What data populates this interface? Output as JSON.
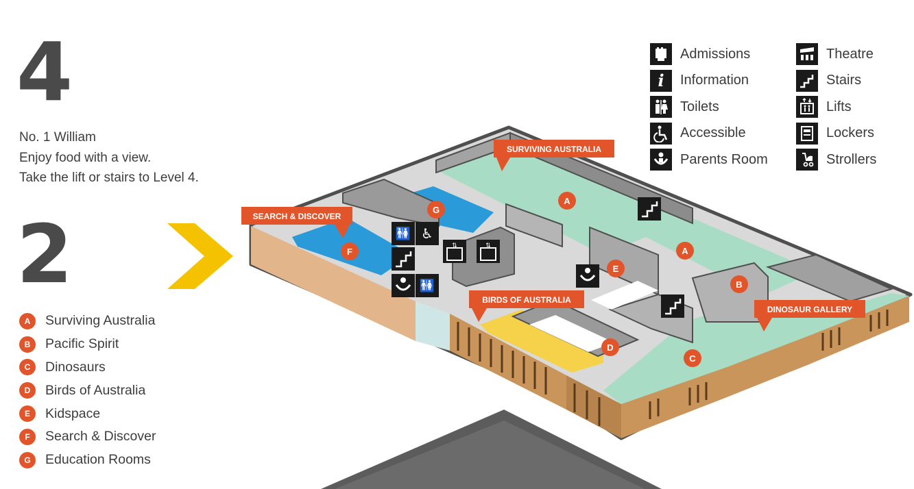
{
  "level_upper": {
    "number": "4",
    "lines": [
      "No. 1 William",
      "Enjoy food with a view.",
      "Take the lift or stairs to Level 4."
    ]
  },
  "level_current": {
    "number": "2"
  },
  "zone_key": [
    {
      "letter": "A",
      "label": "Surviving Australia"
    },
    {
      "letter": "B",
      "label": "Pacific Spirit"
    },
    {
      "letter": "C",
      "label": "Dinosaurs"
    },
    {
      "letter": "D",
      "label": "Birds of Australia"
    },
    {
      "letter": "E",
      "label": "Kidspace"
    },
    {
      "letter": "F",
      "label": "Search & Discover"
    },
    {
      "letter": "G",
      "label": "Education Rooms"
    }
  ],
  "legend": {
    "col1": [
      {
        "icon": "admissions-icon",
        "label": "Admissions"
      },
      {
        "icon": "information-icon",
        "label": "Information"
      },
      {
        "icon": "toilets-icon",
        "label": "Toilets"
      },
      {
        "icon": "accessible-icon",
        "label": "Accessible"
      },
      {
        "icon": "parents-room-icon",
        "label": "Parents Room"
      }
    ],
    "col2": [
      {
        "icon": "theatre-icon",
        "label": "Theatre"
      },
      {
        "icon": "stairs-icon",
        "label": "Stairs"
      },
      {
        "icon": "lifts-icon",
        "label": "Lifts"
      },
      {
        "icon": "lockers-icon",
        "label": "Lockers"
      },
      {
        "icon": "strollers-icon",
        "label": "Strollers"
      }
    ]
  },
  "map_labels": {
    "surviving_australia": "SURVIVING AUSTRALIA",
    "search_discover": "SEARCH & DISCOVER",
    "birds_of_australia": "BIRDS OF AUSTRALIA",
    "dinosaur_gallery": "DINOSAUR GALLERY"
  },
  "colors": {
    "accent_orange": "#e2552b",
    "arrow_yellow": "#f5c200",
    "gallery_green": "#a8dcc4",
    "room_blue": "#2a9bd8",
    "wood": "#c9955a",
    "wall_grey": "#8c8c8c",
    "floor_grey": "#d9d9d9"
  }
}
